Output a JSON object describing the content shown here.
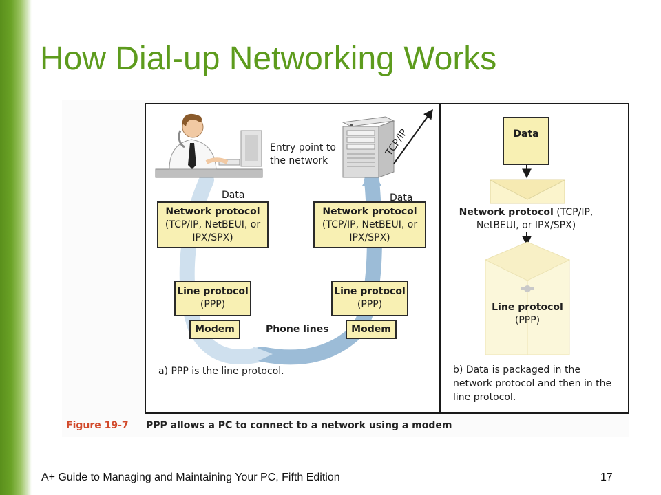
{
  "slide": {
    "title": "How Dial-up Networking Works",
    "footer": "A+ Guide to Managing and Maintaining Your PC, Fifth Edition",
    "page_number": "17"
  },
  "figure": {
    "label": "Figure 19-7",
    "caption": "PPP allows a PC to connect to a network using a modem",
    "panel_a": {
      "entry_point": [
        "Entry point to",
        "the network"
      ],
      "tcpip": "TCP/IP",
      "data_left": "Data",
      "data_right": "Data",
      "network_protocol_left": {
        "title": "Network protocol",
        "lines": [
          "(TCP/IP, NetBEUI, or",
          "IPX/SPX)"
        ]
      },
      "network_protocol_right": {
        "title": "Network protocol",
        "lines": [
          "(TCP/IP, NetBEUI, or",
          "IPX/SPX)"
        ]
      },
      "line_protocol_left": {
        "title": "Line protocol",
        "sub": "(PPP)"
      },
      "line_protocol_right": {
        "title": "Line protocol",
        "sub": "(PPP)"
      },
      "modem_left": "Modem",
      "modem_right": "Modem",
      "phone_lines": "Phone lines",
      "caption": "a) PPP is the line protocol."
    },
    "panel_b": {
      "data": "Data",
      "network_protocol": {
        "title": "Network protocol",
        "rest": " (TCP/IP,",
        "line2": "NetBEUI, or IPX/SPX)"
      },
      "line_protocol": {
        "title": "Line protocol",
        "sub": "(PPP)"
      },
      "caption": [
        "b) Data is packaged in the",
        "network protocol and then in the",
        "line protocol."
      ]
    }
  }
}
